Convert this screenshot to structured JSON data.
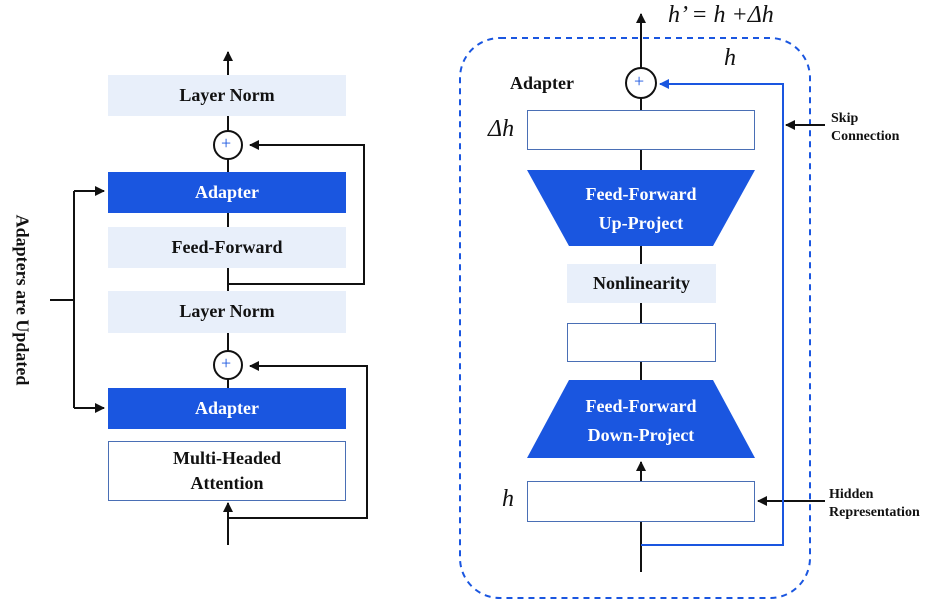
{
  "left": {
    "side_label": "Adapters are Updated",
    "layer_norm_top": "Layer Norm",
    "adapter_top": "Adapter",
    "feed_forward": "Feed-Forward",
    "layer_norm_mid": "Layer Norm",
    "adapter_bottom": "Adapter",
    "attention_line1": "Multi-Headed",
    "attention_line2": "Attention",
    "plus": "+"
  },
  "right": {
    "output_eq": "h’ = h +Δh",
    "h_skip": "h",
    "adapter_label": "Adapter",
    "delta_h": "Δh",
    "up_line1": "Feed-Forward",
    "up_line2": "Up-Project",
    "nonlinearity": "Nonlinearity",
    "down_line1": "Feed-Forward",
    "down_line2": "Down-Project",
    "h_input": "h",
    "skip_line1": "Skip",
    "skip_line2": "Connection",
    "hidden_line1": "Hidden",
    "hidden_line2": "Representation",
    "plus": "+"
  },
  "colors": {
    "adapter_blue": "#1a56e0",
    "light_box": "#e8effa",
    "line": "#111111",
    "dashed_border": "#1a56e0"
  }
}
